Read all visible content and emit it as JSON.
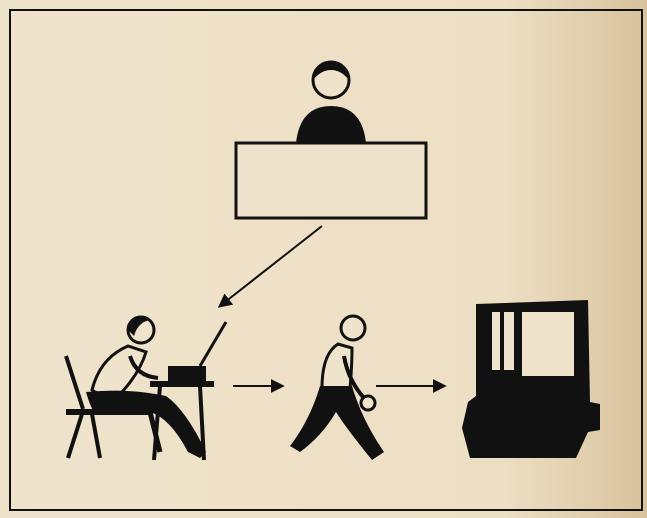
{
  "colors": {
    "paper": "#efe3cc",
    "ink": "#111111",
    "shade": "#d9c6a3"
  },
  "figures": [
    {
      "id": "manager",
      "icon": "person-at-desk-icon"
    },
    {
      "id": "typist",
      "icon": "typist-at-terminal-icon"
    },
    {
      "id": "courier",
      "icon": "walking-person-carrying-reels-icon"
    },
    {
      "id": "computer",
      "icon": "mainframe-computer-icon"
    }
  ],
  "flow": [
    {
      "from": "manager",
      "to": "typist"
    },
    {
      "from": "typist",
      "to": "courier"
    },
    {
      "from": "courier",
      "to": "computer"
    }
  ]
}
